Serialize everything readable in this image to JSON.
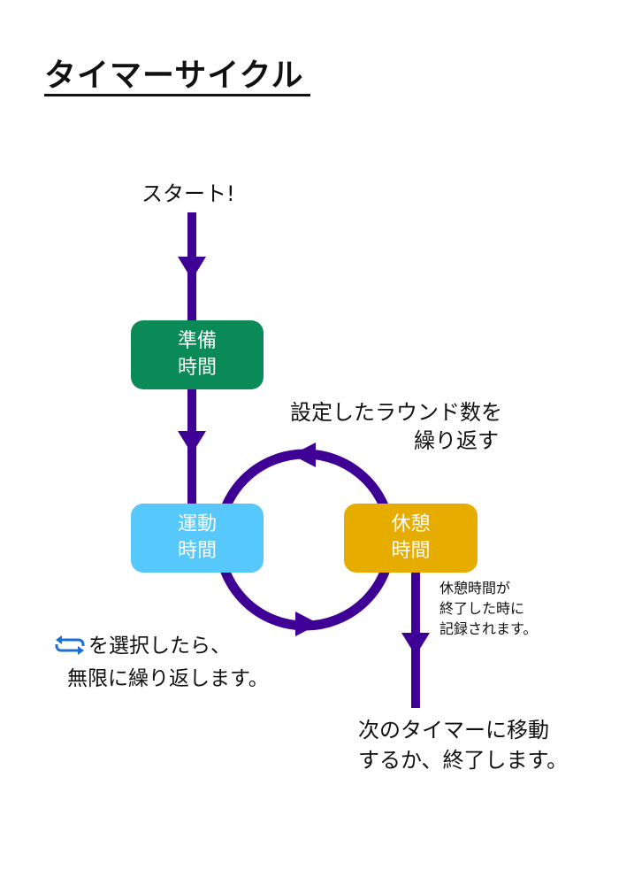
{
  "title": "タイマーサイクル",
  "start_label": "スタート!",
  "boxes": {
    "prep": [
      "準備",
      "時間"
    ],
    "exercise": [
      "運動",
      "時間"
    ],
    "rest": [
      "休憩",
      "時間"
    ]
  },
  "repeat_note": [
    "設定したラウンド数を",
    "繰り返す"
  ],
  "rest_note": [
    "休憩時間が",
    "終了した時に",
    "記録されます。"
  ],
  "loop_note": [
    "を選択したら、",
    "無限に繰り返します。"
  ],
  "next_note": [
    "次のタイマーに移動",
    "するか、終了します。"
  ],
  "icons": {
    "loop": "repeat-icon"
  },
  "colors": {
    "flow_line": "#3f0096",
    "prep": "#0a8a57",
    "exercise": "#57c8fb",
    "rest": "#e6ad00",
    "repeat_icon": "#1a6fd6"
  }
}
